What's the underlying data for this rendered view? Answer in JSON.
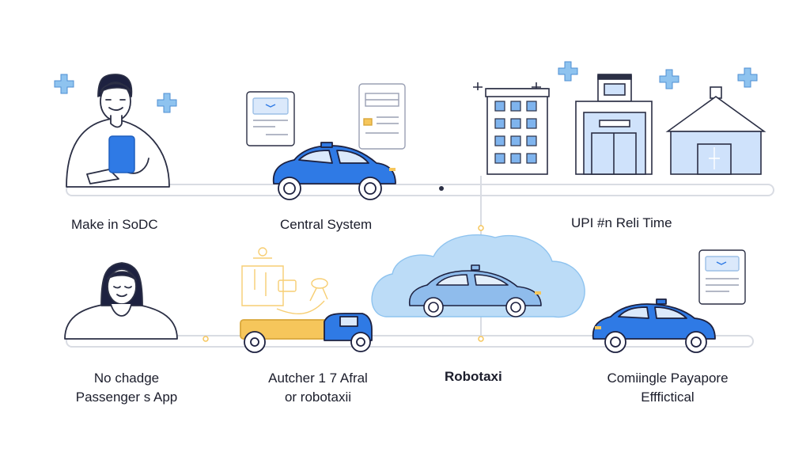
{
  "colors": {
    "line": "#2b2f45",
    "track": "#d9dce3",
    "blue": "#2f7ae5",
    "blue_light": "#cfe2fb",
    "cloud": "#bcdcf7",
    "yellow": "#f6c65b",
    "plus": "#8ec3ef"
  },
  "icons": [
    "plus-icon",
    "smartphone-icon",
    "receipt-icon",
    "document-icon",
    "car-icon",
    "building-icon",
    "clinic-icon",
    "warehouse-icon",
    "cloud-icon",
    "flatbed-truck-icon"
  ],
  "top_row": {
    "step1": "Make in SoDC",
    "step2": "Central System",
    "step3": "UPI #n Reli Time"
  },
  "bottom_row": {
    "step1_line1": "No chadge",
    "step1_line2": "Passenger s App",
    "step2_line1": "Autcher 1 7 Afral",
    "step2_line2": "or robotaxii",
    "step3": "Robotaxi",
    "step4_line1": "Comiingle Payapore",
    "step4_line2": "Efffictical"
  }
}
